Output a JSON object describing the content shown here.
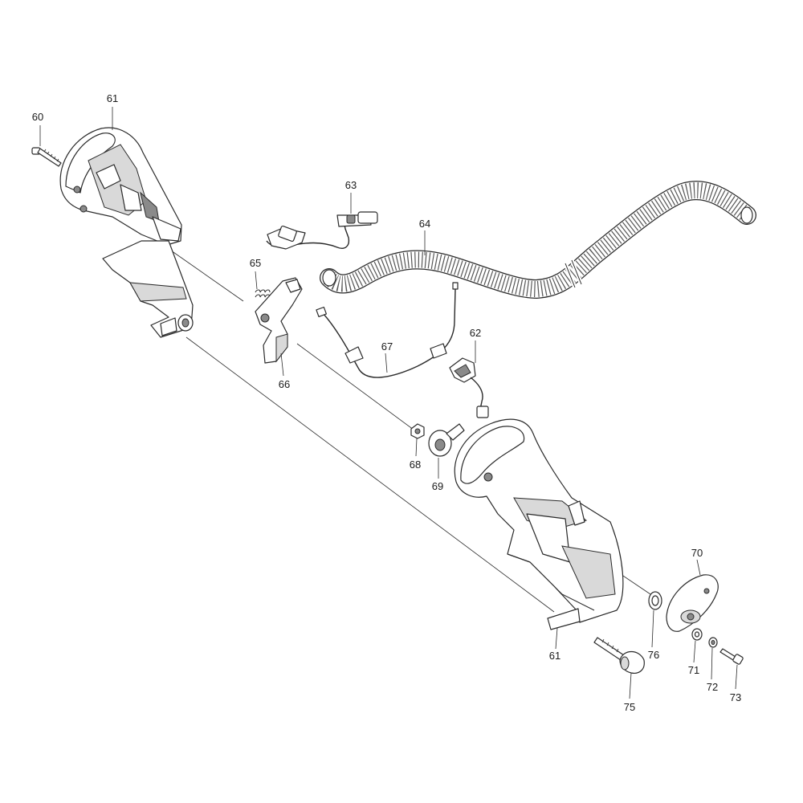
{
  "callouts": [
    {
      "id": "c60",
      "label": "60"
    },
    {
      "id": "c61a",
      "label": "61"
    },
    {
      "id": "c63",
      "label": "63"
    },
    {
      "id": "c64",
      "label": "64"
    },
    {
      "id": "c65",
      "label": "65"
    },
    {
      "id": "c66",
      "label": "66"
    },
    {
      "id": "c67",
      "label": "67"
    },
    {
      "id": "c62",
      "label": "62"
    },
    {
      "id": "c68",
      "label": "68"
    },
    {
      "id": "c69",
      "label": "69"
    },
    {
      "id": "c70",
      "label": "70"
    },
    {
      "id": "c61b",
      "label": "61"
    },
    {
      "id": "c76",
      "label": "76"
    },
    {
      "id": "c71",
      "label": "71"
    },
    {
      "id": "c72",
      "label": "72"
    },
    {
      "id": "c73",
      "label": "73"
    },
    {
      "id": "c75",
      "label": "75"
    }
  ]
}
